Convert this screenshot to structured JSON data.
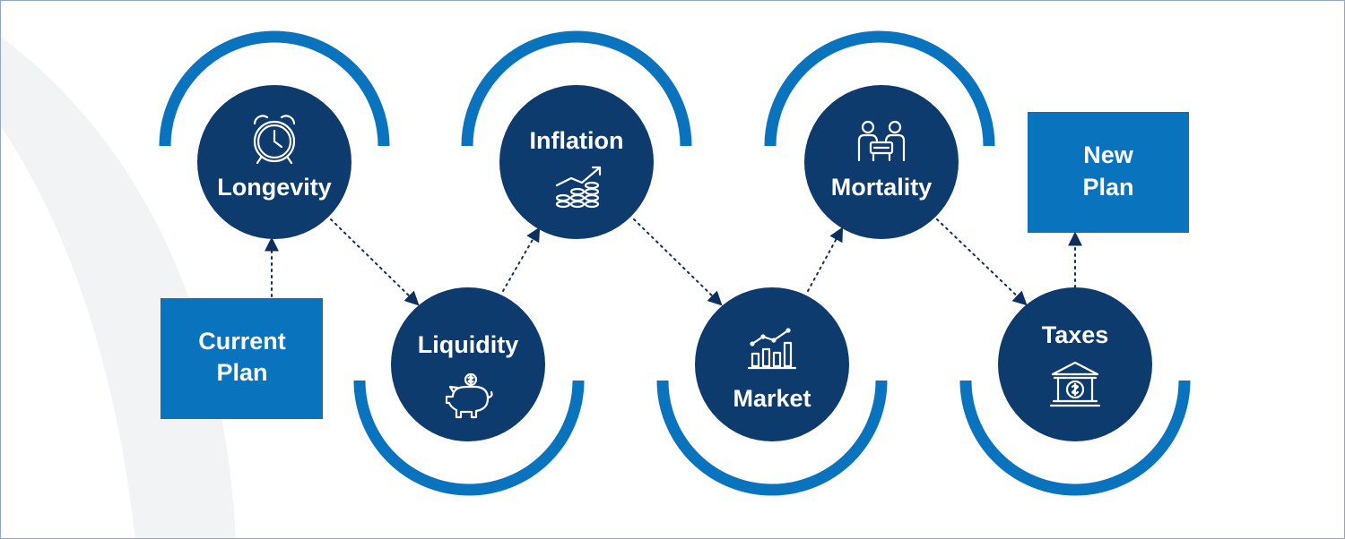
{
  "colors": {
    "circle_fill": "#0d3b6e",
    "accent_blue": "#0a73be",
    "connector": "#0d2f5e",
    "background_swoosh": "#f2f3f5",
    "label": "#ffffff"
  },
  "boxes": {
    "current_plan": {
      "line1": "Current",
      "line2": "Plan"
    },
    "new_plan": {
      "line1": "New",
      "line2": "Plan"
    }
  },
  "nodes": [
    {
      "label": "Longevity",
      "icon": "alarm-clock-icon"
    },
    {
      "label": "Liquidity",
      "icon": "piggy-bank-icon"
    },
    {
      "label": "Inflation",
      "icon": "rising-coins-chart-icon"
    },
    {
      "label": "Market",
      "icon": "bar-line-chart-icon"
    },
    {
      "label": "Mortality",
      "icon": "couple-at-table-icon"
    },
    {
      "label": "Taxes",
      "icon": "bank-building-icon"
    }
  ]
}
